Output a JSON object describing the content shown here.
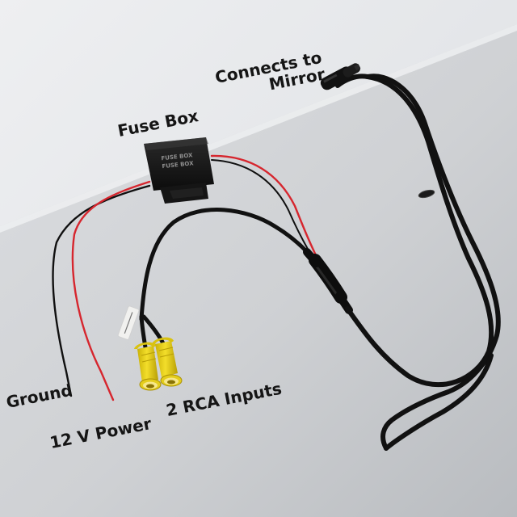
{
  "labels": {
    "connects_line1": "Connects to",
    "connects_line2": "Mirror",
    "fuse_box": "Fuse Box",
    "ground": "Ground",
    "power": "12 V Power",
    "rca": "2 RCA Inputs"
  },
  "fuse_print": {
    "line1": "FUSE BOX",
    "line2": "FUSE BOX"
  },
  "colors": {
    "cable_black": "#101010",
    "wire_red": "#d6262e",
    "rca_yellow": "#e8d21a"
  }
}
